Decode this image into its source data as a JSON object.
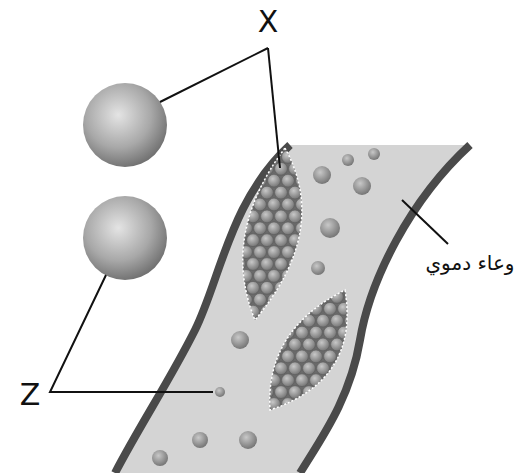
{
  "diagram": {
    "labels": [
      "X",
      "Z",
      "وعاء دموي"
    ]
  }
}
